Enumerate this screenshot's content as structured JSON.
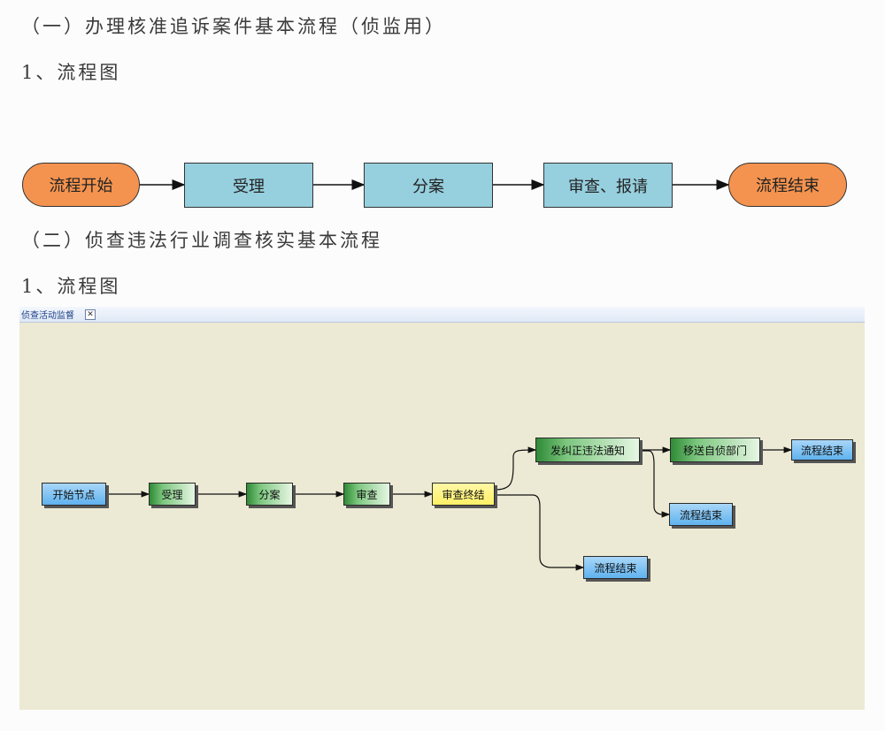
{
  "headings": {
    "h1": "（一）办理核准追诉案件基本流程（侦监用）",
    "h2": "1、流程图",
    "h3": "（二）侦查违法行业调查核实基本流程",
    "h4": "1、流程图"
  },
  "flow1": {
    "start": "流程开始",
    "step1": "受理",
    "step2": "分案",
    "step3": "审查、报请",
    "end": "流程结束"
  },
  "panel": {
    "tab_label": "侦查活动监督",
    "close_glyph": "✕",
    "nodes": {
      "start": "开始节点",
      "accept": "受理",
      "assign": "分案",
      "review": "审查",
      "review_done": "审查终结",
      "correction": "发纠正违法通知",
      "transfer": "移送自侦部门",
      "end1": "流程结束",
      "end2": "流程结束",
      "end3": "流程结束"
    }
  },
  "colors": {
    "terminal": "#f4934f",
    "process": "#96cfde",
    "panel_bg": "#ecead4",
    "node_blue": "#5fb2ee",
    "node_green": "#2f8a36",
    "node_yellow": "#fff066"
  }
}
